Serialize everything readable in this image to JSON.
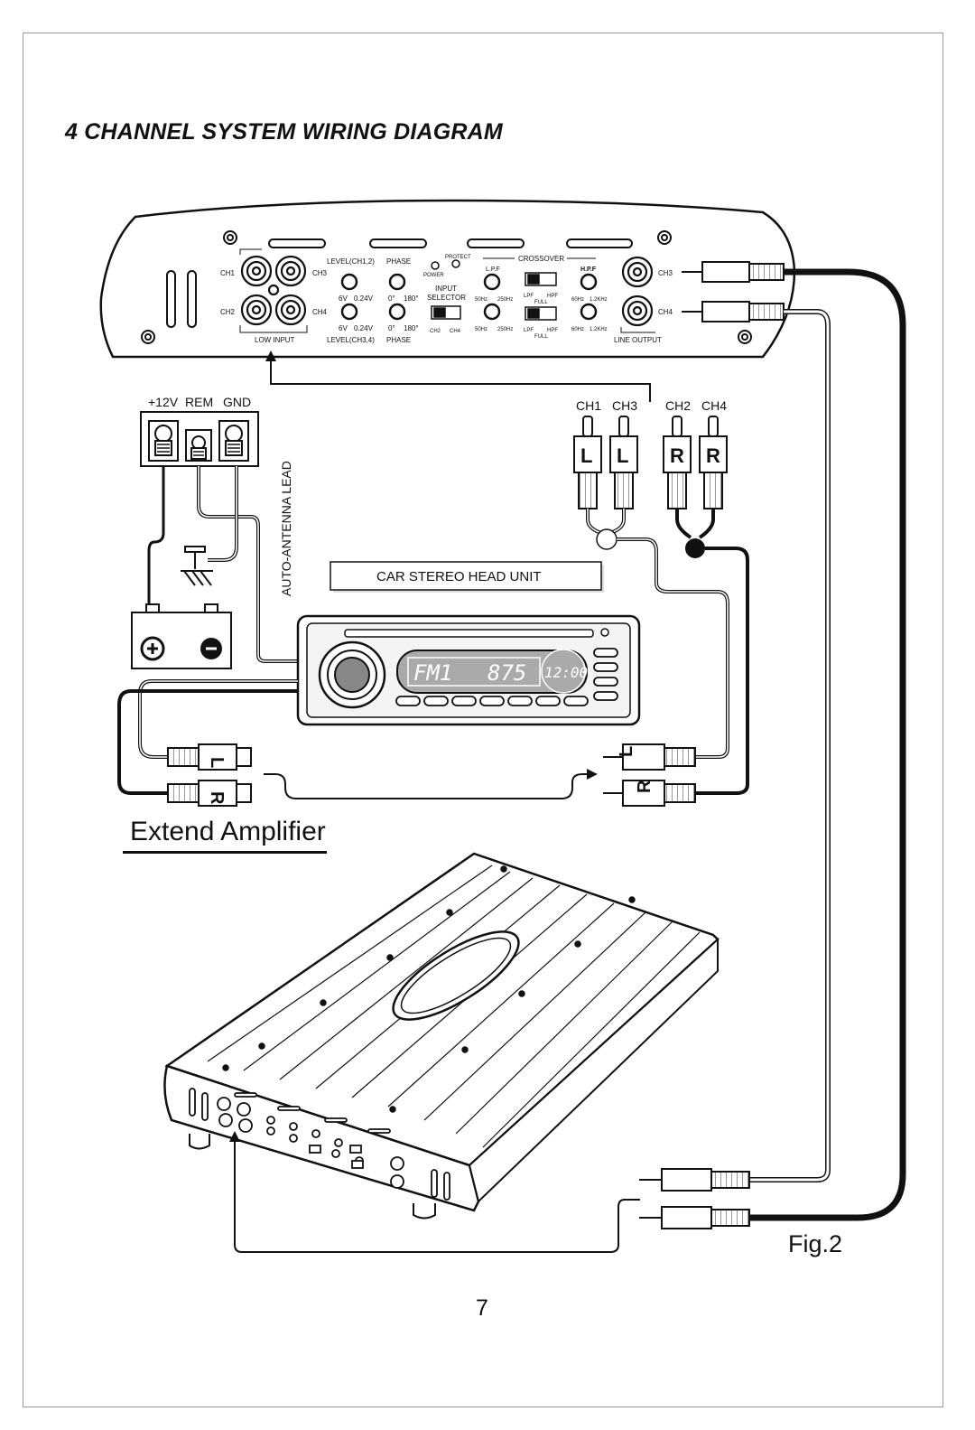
{
  "title": "4 CHANNEL SYSTEM WIRING DIAGRAM",
  "main_amp": {
    "ch1": "CH1",
    "ch2": "CH2",
    "ch3": "CH3",
    "ch4": "CH4",
    "low_input": "LOW INPUT",
    "level_ch12": "LEVEL(CH1,2)",
    "level_ch34": "LEVEL(CH3,4)",
    "phase": "PHASE",
    "power": "POWER",
    "protect": "PROTECT",
    "input_selector_1": "INPUT",
    "input_selector_2": "SELECTOR",
    "crossover": "CROSSOVER",
    "lpf": "L.P.F",
    "hpf": "H.P.F",
    "full": "FULL",
    "lpf_sw": "LPF",
    "hpf_sw": "HPF",
    "v6": "6V",
    "v024": "0.24V",
    "deg0": "0°",
    "deg180": "180°",
    "hz50": "50Hz",
    "hz250": "250Hz",
    "hz60": "60Hz",
    "khz12": "1.2KHz",
    "line_output": "LINE OUTPUT",
    "out_ch3": "CH3",
    "out_ch4": "CH4"
  },
  "power_terminal": {
    "v12": "+12V",
    "rem": "REM",
    "gnd": "GND"
  },
  "auto_antenna": "AUTO-ANTENNA LEAD",
  "rca_group": {
    "ch1": "CH1",
    "ch3": "CH3",
    "ch2": "CH2",
    "ch4": "CH4",
    "l": "L",
    "r": "R"
  },
  "head_unit": {
    "label": "CAR STEREO HEAD UNIT",
    "display_band": "FM1",
    "display_freq": "875",
    "clock": "12:00"
  },
  "head_rca": {
    "l": "L",
    "r": "R"
  },
  "battery": {
    "plus": "+",
    "minus": "−"
  },
  "extend_amp": "Extend Amplifier",
  "fig": "Fig.2",
  "page_number": "7"
}
